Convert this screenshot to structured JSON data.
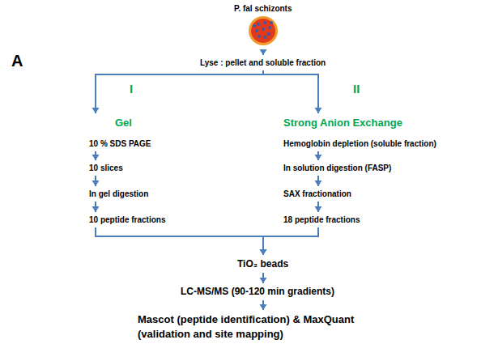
{
  "diagram": {
    "nodes": [
      {
        "text": [
          "P. fal schizonts"
        ]
      },
      {
        "text": [
          "Lyse : pellet and soluble fraction"
        ]
      },
      {
        "text": [
          "Gel"
        ]
      },
      {
        "text": [
          "10 % SDS PAGE"
        ]
      },
      {
        "text": [
          "10 slices"
        ]
      },
      {
        "text": [
          "In gel digestion"
        ]
      },
      {
        "text": [
          "10 peptide fractions"
        ]
      },
      {
        "text": [
          "Strong Anion Exchange"
        ]
      },
      {
        "text": [
          "Hemoglobin depletion (soluble fraction)"
        ]
      },
      {
        "text": [
          "In solution digestion (FASP)"
        ]
      },
      {
        "text": [
          "SAX fractionation"
        ]
      },
      {
        "text": [
          "18 peptide fractions"
        ]
      },
      {
        "text": [
          "TiO₂ beads"
        ]
      },
      {
        "text": [
          "LC-MS/MS (90-120 min gradients)"
        ]
      },
      {
        "text": [
          "Mascot (peptide identification) & MaxQuant (validation and site mapping)"
        ]
      }
    ],
    "edges": [
      {
        "from": 0,
        "to": 1,
        "arrow": "to"
      },
      {
        "from": 1,
        "to": 2,
        "arrow": "to"
      },
      {
        "from": 1,
        "to": 7,
        "arrow": "to"
      },
      {
        "from": 3,
        "to": 4,
        "arrow": "to"
      },
      {
        "from": 4,
        "to": 5,
        "arrow": "to"
      },
      {
        "from": 5,
        "to": 6,
        "arrow": "to"
      },
      {
        "from": 8,
        "to": 9,
        "arrow": "to"
      },
      {
        "from": 9,
        "to": 10,
        "arrow": "to"
      },
      {
        "from": 10,
        "to": 11,
        "arrow": "to"
      },
      {
        "from": 6,
        "to": 12,
        "arrow": "to"
      },
      {
        "from": 11,
        "to": 12,
        "arrow": "to"
      },
      {
        "from": 12,
        "to": 13,
        "arrow": "to"
      },
      {
        "from": 13,
        "to": 14,
        "arrow": "to"
      }
    ],
    "labels": [
      "A",
      "I",
      "II"
    ]
  }
}
